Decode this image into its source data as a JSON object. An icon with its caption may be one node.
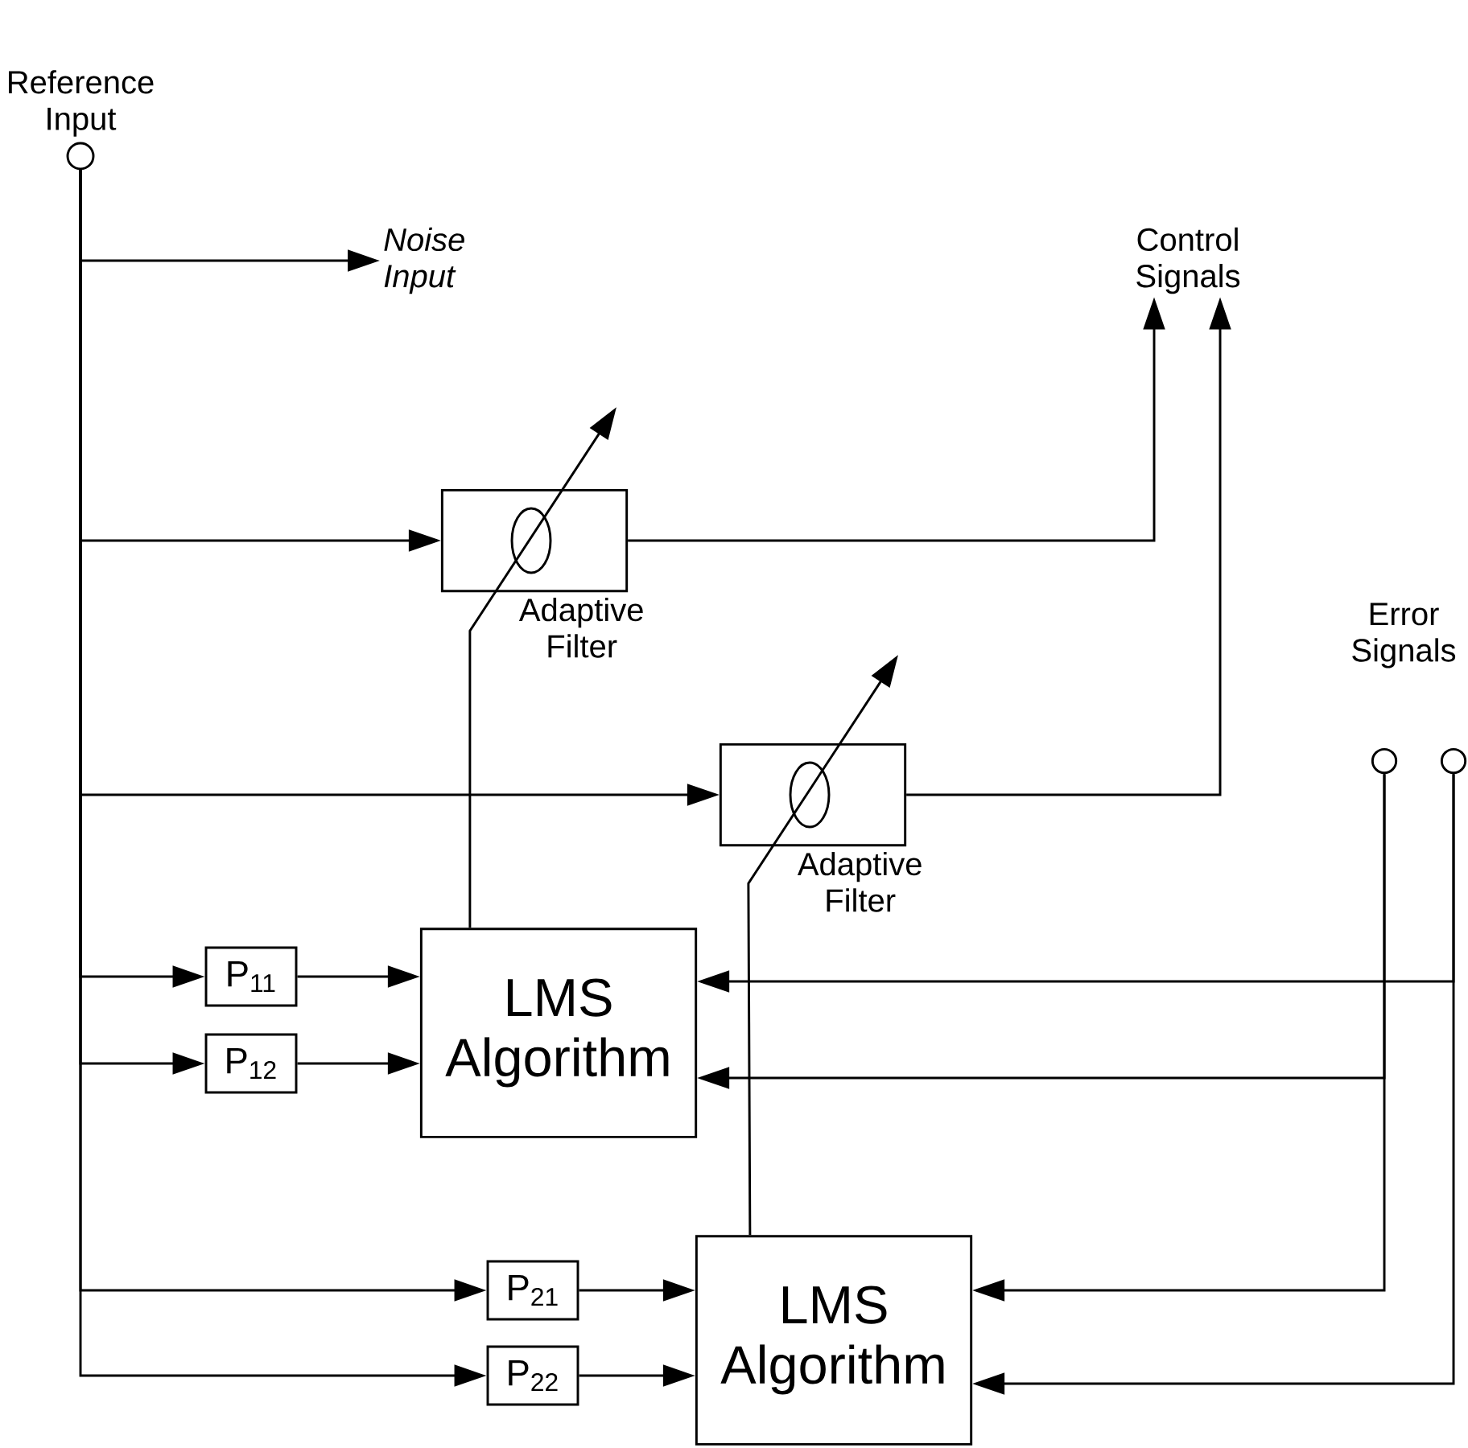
{
  "diagram": {
    "nodes": [
      {
        "text": [
          "Reference Input"
        ]
      },
      {
        "text": [
          "Noise Input"
        ]
      },
      {
        "text": [
          "Control Signals"
        ]
      },
      {
        "text": [
          "Adaptive Filter"
        ]
      },
      {
        "text": [
          "Adaptive Filter"
        ]
      },
      {
        "text": [],
        "shape": "circle"
      },
      {
        "text": [],
        "shape": "circle"
      },
      {
        "text": [
          "P$_{11}$"
        ]
      },
      {
        "text": [
          "P$_{12}$"
        ]
      },
      {
        "text": [
          "LMS Algorithm"
        ]
      },
      {
        "text": [
          "P$_{21}$"
        ]
      },
      {
        "text": [
          "P$_{22}$"
        ]
      },
      {
        "text": [
          "LMS Algorithm"
        ]
      }
    ],
    "edges": [
      {
        "from": 0,
        "to": 1,
        "arrow": "to"
      },
      {
        "from": 0,
        "to": 3,
        "arrow": "to"
      },
      {
        "from": 0,
        "to": 4,
        "arrow": "to"
      },
      {
        "from": 0,
        "to": 7,
        "arrow": "to"
      },
      {
        "from": 0,
        "to": 8,
        "arrow": "to"
      },
      {
        "from": 7,
        "to": 9,
        "arrow": "to"
      },
      {
        "from": 8,
        "to": 9,
        "arrow": "to"
      },
      {
        "from": 0,
        "to": 10,
        "arrow": "to"
      },
      {
        "from": 0,
        "to": 11,
        "arrow": "to"
      },
      {
        "from": 10,
        "to": 12,
        "arrow": "to"
      },
      {
        "from": 11,
        "to": 12,
        "arrow": "to"
      },
      {
        "from": 3,
        "to": 2,
        "arrow": "to"
      },
      {
        "from": 4,
        "to": 2,
        "arrow": "to"
      },
      {
        "from": 9,
        "to": 3,
        "arrow": "to"
      },
      {
        "from": 12,
        "to": 4,
        "arrow": "to"
      },
      {
        "from": 6,
        "to": 9,
        "arrow": "to"
      },
      {
        "from": 5,
        "to": 9,
        "arrow": "to"
      },
      {
        "from": 5,
        "to": 12,
        "arrow": "to"
      },
      {
        "from": 6,
        "to": 12,
        "arrow": "to"
      }
    ],
    "labels": [
      "Error Signals"
    ]
  }
}
